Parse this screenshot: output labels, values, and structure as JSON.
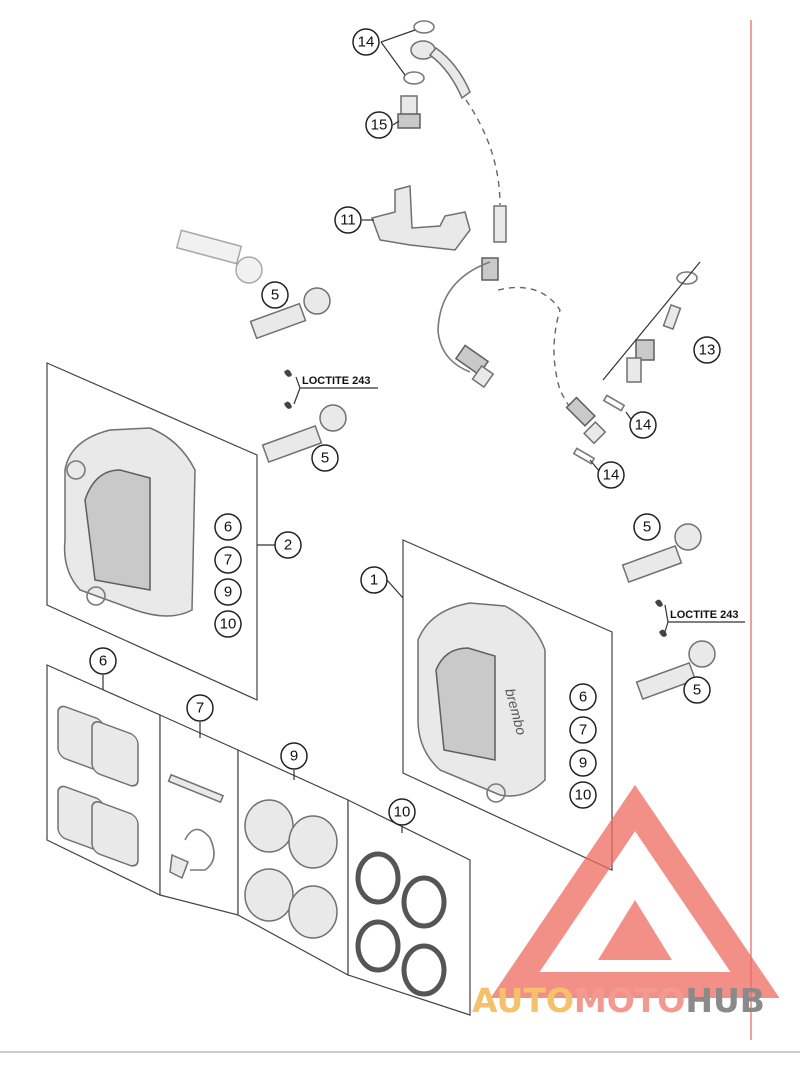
{
  "diagram": {
    "callouts": {
      "c1": "1",
      "c2": "2",
      "c5a": "5",
      "c5b": "5",
      "c5c": "5",
      "c5d": "5",
      "c6a": "6",
      "c6b": "6",
      "c6c": "6",
      "c7a": "7",
      "c7b": "7",
      "c7c": "7",
      "c9a": "9",
      "c9b": "9",
      "c9c": "9",
      "c10a": "10",
      "c10b": "10",
      "c10c": "10",
      "c11": "11",
      "c13": "13",
      "c14a": "14",
      "c14b": "14",
      "c14c": "14",
      "c15": "15"
    },
    "loctite_left": "LOCTITE 243",
    "loctite_right": "LOCTITE 243",
    "caliper_brand": "brembo"
  },
  "watermark": {
    "part1": "AUTO",
    "part2": "MOTO",
    "part3": "HUB",
    "colors": {
      "auto": "#f5c26b",
      "moto": "#f29a8f",
      "hub": "#8a8a8a",
      "logo": "#ee6b60"
    }
  }
}
